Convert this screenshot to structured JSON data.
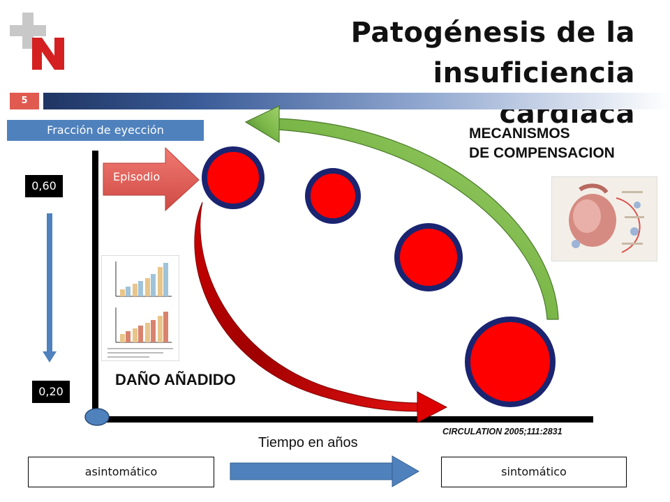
{
  "slide": {
    "title_line1": "Patogénesis de la insuficiencia",
    "title_line2": "cardiaca",
    "number": "5",
    "logo": "cross-N-logo"
  },
  "axis": {
    "y_label": "Fracción de eyección",
    "y_top_value": "0,60",
    "y_bottom_value": "0,20",
    "x_label": "Tiempo en años"
  },
  "labels": {
    "episodio": "Episodio",
    "mecanismos_line1": "MECANISMOS",
    "mecanismos_line2": "DE COMPENSACION",
    "dano": "DAÑO AÑADIDO",
    "citation": "CIRCULATION 2005;111:2831"
  },
  "states": {
    "start": "asintomático",
    "end": "sintomático"
  },
  "colors": {
    "heart_fill": "#ff0000",
    "heart_border": "#1a2470",
    "compensation_arrow": "#7ab648",
    "damage_arrow": "#cc0000",
    "blue_accent": "#4f81bd",
    "episodio_arrow": "#e2655f"
  }
}
